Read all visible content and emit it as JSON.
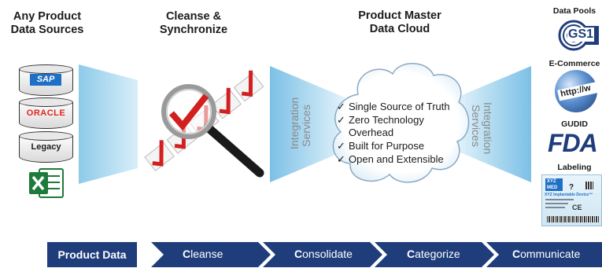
{
  "headers": {
    "sources": [
      "Any Product",
      "Data Sources"
    ],
    "cleanse": [
      "Cleanse &",
      "Synchronize"
    ],
    "cloud": [
      "Product Master",
      "Data Cloud"
    ]
  },
  "sources": {
    "sap": "SAP",
    "oracle": "ORACLE",
    "legacy": "Legacy"
  },
  "integration_left": [
    "Integration",
    "Services"
  ],
  "integration_right": [
    "Integration",
    "Services"
  ],
  "cloud_items": [
    "Single Source of Truth",
    "Zero Technology Overhead",
    "Built for Purpose",
    "Open and Extensible"
  ],
  "right_column": {
    "data_pools": "Data Pools",
    "gs1": "GS1",
    "ecommerce": "E-Commerce",
    "globe_text": "http://w",
    "gudid": "GUDID",
    "fda": "FDA",
    "labeling": "Labeling",
    "label_brand_1": "XYZ",
    "label_brand_2": "MED",
    "label_product": "XYZ Implantable Device™",
    "label_ce": "CE"
  },
  "banner": {
    "product_data": "Product Data",
    "steps": [
      {
        "initial": "C",
        "rest": "leanse"
      },
      {
        "initial": "C",
        "rest": "onsolidate"
      },
      {
        "initial": "C",
        "rest": "ategorize"
      },
      {
        "initial": "C",
        "rest": "ommunicate"
      }
    ]
  },
  "colors": {
    "navy": "#1f3d7a",
    "light_blue": "#a9d6ef",
    "red_check": "#d21f1f",
    "sap_blue": "#1e6fc6",
    "oracle_red": "#e2231a",
    "excel_green": "#1d7a3a"
  }
}
